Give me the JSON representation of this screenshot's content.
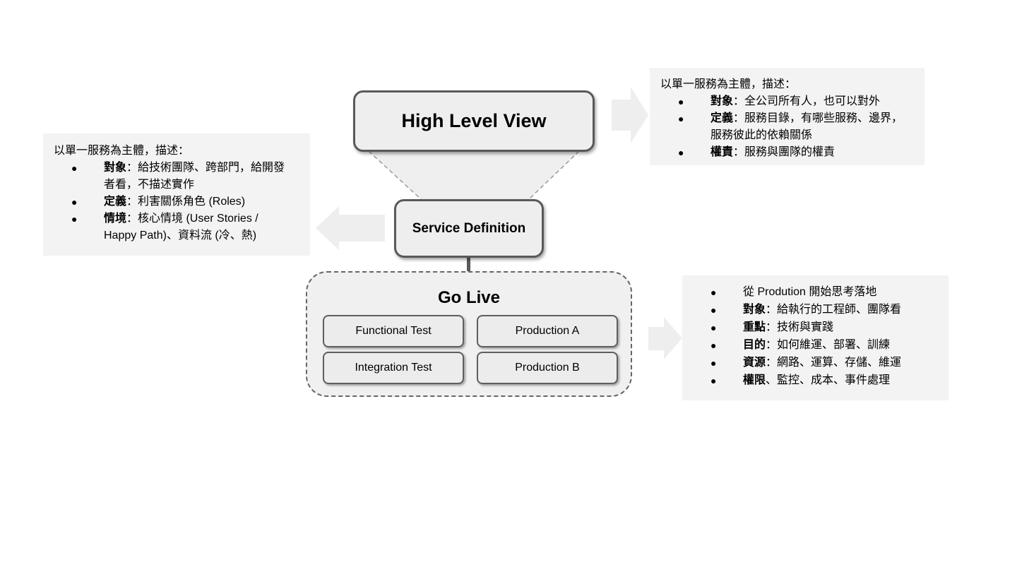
{
  "high_level_view": {
    "title": "High Level View"
  },
  "service_definition": {
    "title": "Service Definition"
  },
  "go_live": {
    "title": "Go Live",
    "boxes": [
      "Functional Test",
      "Production A",
      "Integration Test",
      "Production B"
    ]
  },
  "left_panel": {
    "intro": "以單一服務為主體，描述：",
    "items": [
      {
        "bullet": "●",
        "label": "對象",
        "text": "：給技術團隊、跨部門，給開發",
        "text2": "者看，不描述實作"
      },
      {
        "bullet": "●",
        "label": "定義",
        "text": "：利害關係角色 (Roles)"
      },
      {
        "bullet": "●",
        "label": "情境",
        "text": "：核心情境 (User Stories /",
        "text2": "Happy Path)、資料流 (冷、熱)"
      }
    ]
  },
  "top_right_panel": {
    "intro": "以單一服務為主體，描述：",
    "items": [
      {
        "bullet": "●",
        "label": "對象",
        "text": "：全公司所有人，也可以對外"
      },
      {
        "bullet": "●",
        "label": "定義",
        "text": "：服務目錄，有哪些服務、邊界，",
        "text2": "服務彼此的依賴關係"
      },
      {
        "bullet": "●",
        "label": "權責",
        "text": "：服務與團隊的權責"
      }
    ]
  },
  "bottom_right_panel": {
    "items": [
      {
        "bullet": "●",
        "label": "",
        "text": "從 Prodution 開始思考落地"
      },
      {
        "bullet": "●",
        "label": "對象",
        "text": "：給執行的工程師、團隊看"
      },
      {
        "bullet": "●",
        "label": "重點",
        "text": "：技術與實踐"
      },
      {
        "bullet": "●",
        "label": "目的",
        "text": "：如何維運、部署、訓練"
      },
      {
        "bullet": "●",
        "label": "資源",
        "text": "：網路、運算、存儲、維運"
      },
      {
        "bullet": "●",
        "label": "權限",
        "text": "、監控、成本、事件處理"
      }
    ]
  },
  "colors": {
    "panel_bg": "#f3f3f3",
    "box_bg": "#eeeeee",
    "box_border": "#595959",
    "arrow": "#eeeeee"
  }
}
